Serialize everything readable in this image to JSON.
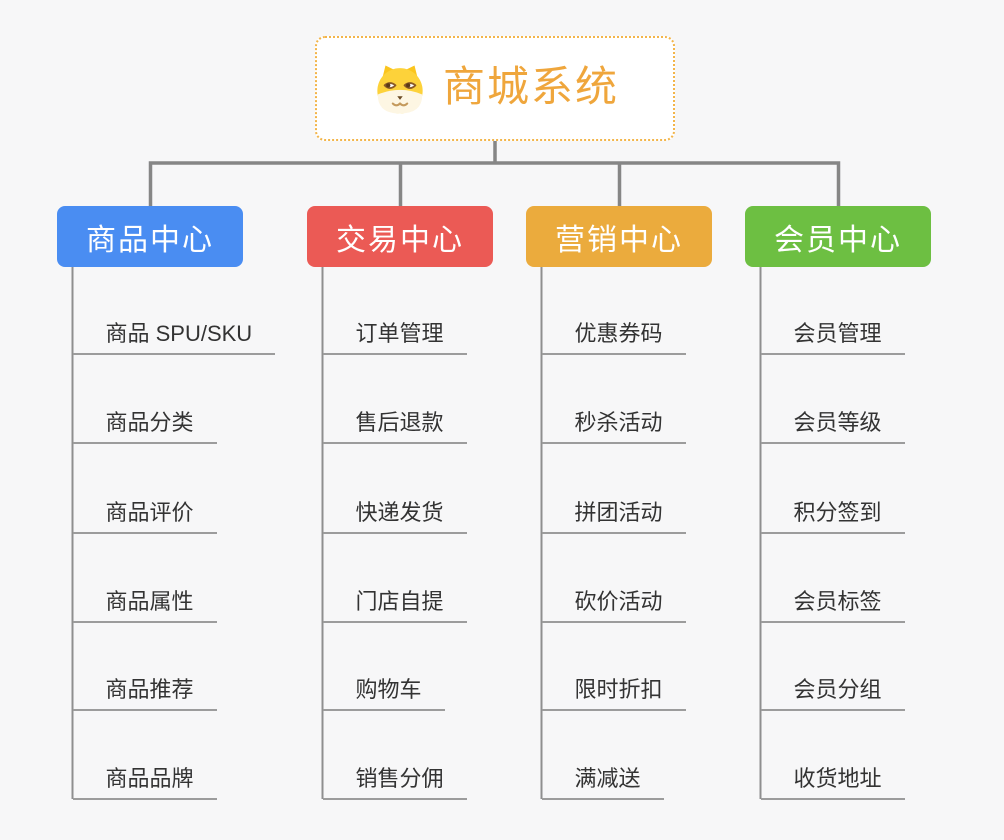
{
  "root": {
    "title": "商城系统",
    "icon": "shiba-dog-icon",
    "title_color": "#efa63c",
    "border_color": "#f3b54a"
  },
  "branches": [
    {
      "label": "商品中心",
      "color": "#4a8df2",
      "children": [
        "商品 SPU/SKU",
        "商品分类",
        "商品评价",
        "商品属性",
        "商品推荐",
        "商品品牌"
      ]
    },
    {
      "label": "交易中心",
      "color": "#eb5a55",
      "children": [
        "订单管理",
        "售后退款",
        "快递发货",
        "门店自提",
        "购物车",
        "销售分佣"
      ]
    },
    {
      "label": "营销中心",
      "color": "#ebab3d",
      "children": [
        "优惠券码",
        "秒杀活动",
        "拼团活动",
        "砍价活动",
        "限时折扣",
        "满减送"
      ]
    },
    {
      "label": "会员中心",
      "color": "#6dbf42",
      "children": [
        "会员管理",
        "会员等级",
        "积分签到",
        "会员标签",
        "会员分组",
        "收货地址"
      ]
    }
  ],
  "colors": {
    "background": "#f7f7f8",
    "top_connector": "#868686",
    "branch_trunk": "#8f8f8f",
    "leaf_underline": "#9c9c9c",
    "leaf_text": "#333333"
  }
}
